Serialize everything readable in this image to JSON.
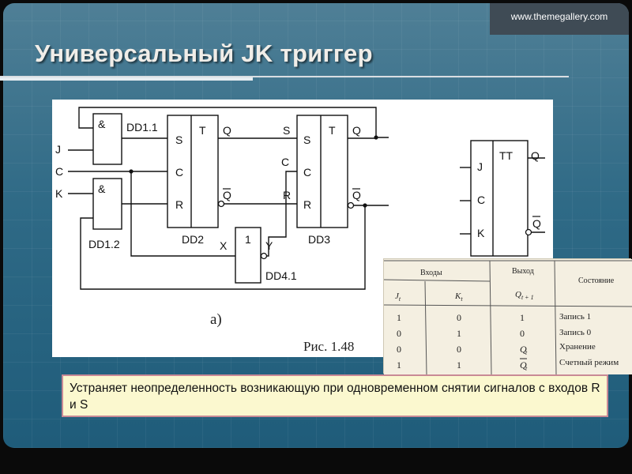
{
  "header": {
    "website": "www.themegallery.com",
    "title": "Универсальный JK триггер"
  },
  "figure": {
    "inputs": {
      "j": "J",
      "c": "C",
      "k": "K"
    },
    "and_symbol": "&",
    "not_symbol": "1",
    "pin_t": "T",
    "pin_s": "S",
    "pin_c": "C",
    "pin_r": "R",
    "pin_q": "Q",
    "pin_x": "X",
    "pin_y": "Y",
    "labels": {
      "dd1_1": "DD1.1",
      "dd1_2": "DD1.2",
      "dd2": "DD2",
      "dd3": "DD3",
      "dd4_1": "DD4.1"
    },
    "part_label": "а)",
    "caption": "Рис. 1.48",
    "symbol": {
      "tt": "TT"
    }
  },
  "state_table": {
    "group_inputs": "Входы",
    "group_output": "Выход",
    "col_state": "Состояние",
    "col_j": "J",
    "col_k": "K",
    "col_q": "Q",
    "sub_t": "t",
    "sub_t1": "t + 1",
    "rows": [
      {
        "j": "1",
        "k": "0",
        "q": "1",
        "state": "Запись 1"
      },
      {
        "j": "0",
        "k": "1",
        "q": "0",
        "state": "Запись 0"
      },
      {
        "j": "0",
        "k": "0",
        "q": "Q",
        "state": "Хранение"
      },
      {
        "j": "1",
        "k": "1",
        "q": "Q",
        "state": "Счетный режим"
      }
    ]
  },
  "note": {
    "text": "Устраняет неопределенность возникающую при одновременном снятии сигналов с   входов R и S"
  },
  "colors": {
    "background": "#2f6a86",
    "title": "#f0ede8",
    "note_fill": "#fbf8cf",
    "note_border": "#c98a96"
  }
}
